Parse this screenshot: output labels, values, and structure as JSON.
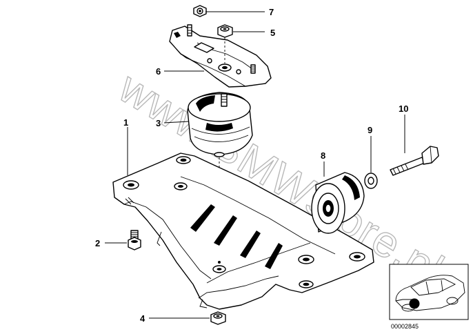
{
  "callouts": [
    {
      "id": "1",
      "label": "1"
    },
    {
      "id": "2",
      "label": "2"
    },
    {
      "id": "3",
      "label": "3"
    },
    {
      "id": "4",
      "label": "4"
    },
    {
      "id": "5",
      "label": "5"
    },
    {
      "id": "6",
      "label": "6"
    },
    {
      "id": "7",
      "label": "7"
    },
    {
      "id": "8",
      "label": "8"
    },
    {
      "id": "9",
      "label": "9"
    },
    {
      "id": "10",
      "label": "10"
    }
  ],
  "watermark": "www.BMWstore.pl",
  "reference_number": "00002845"
}
